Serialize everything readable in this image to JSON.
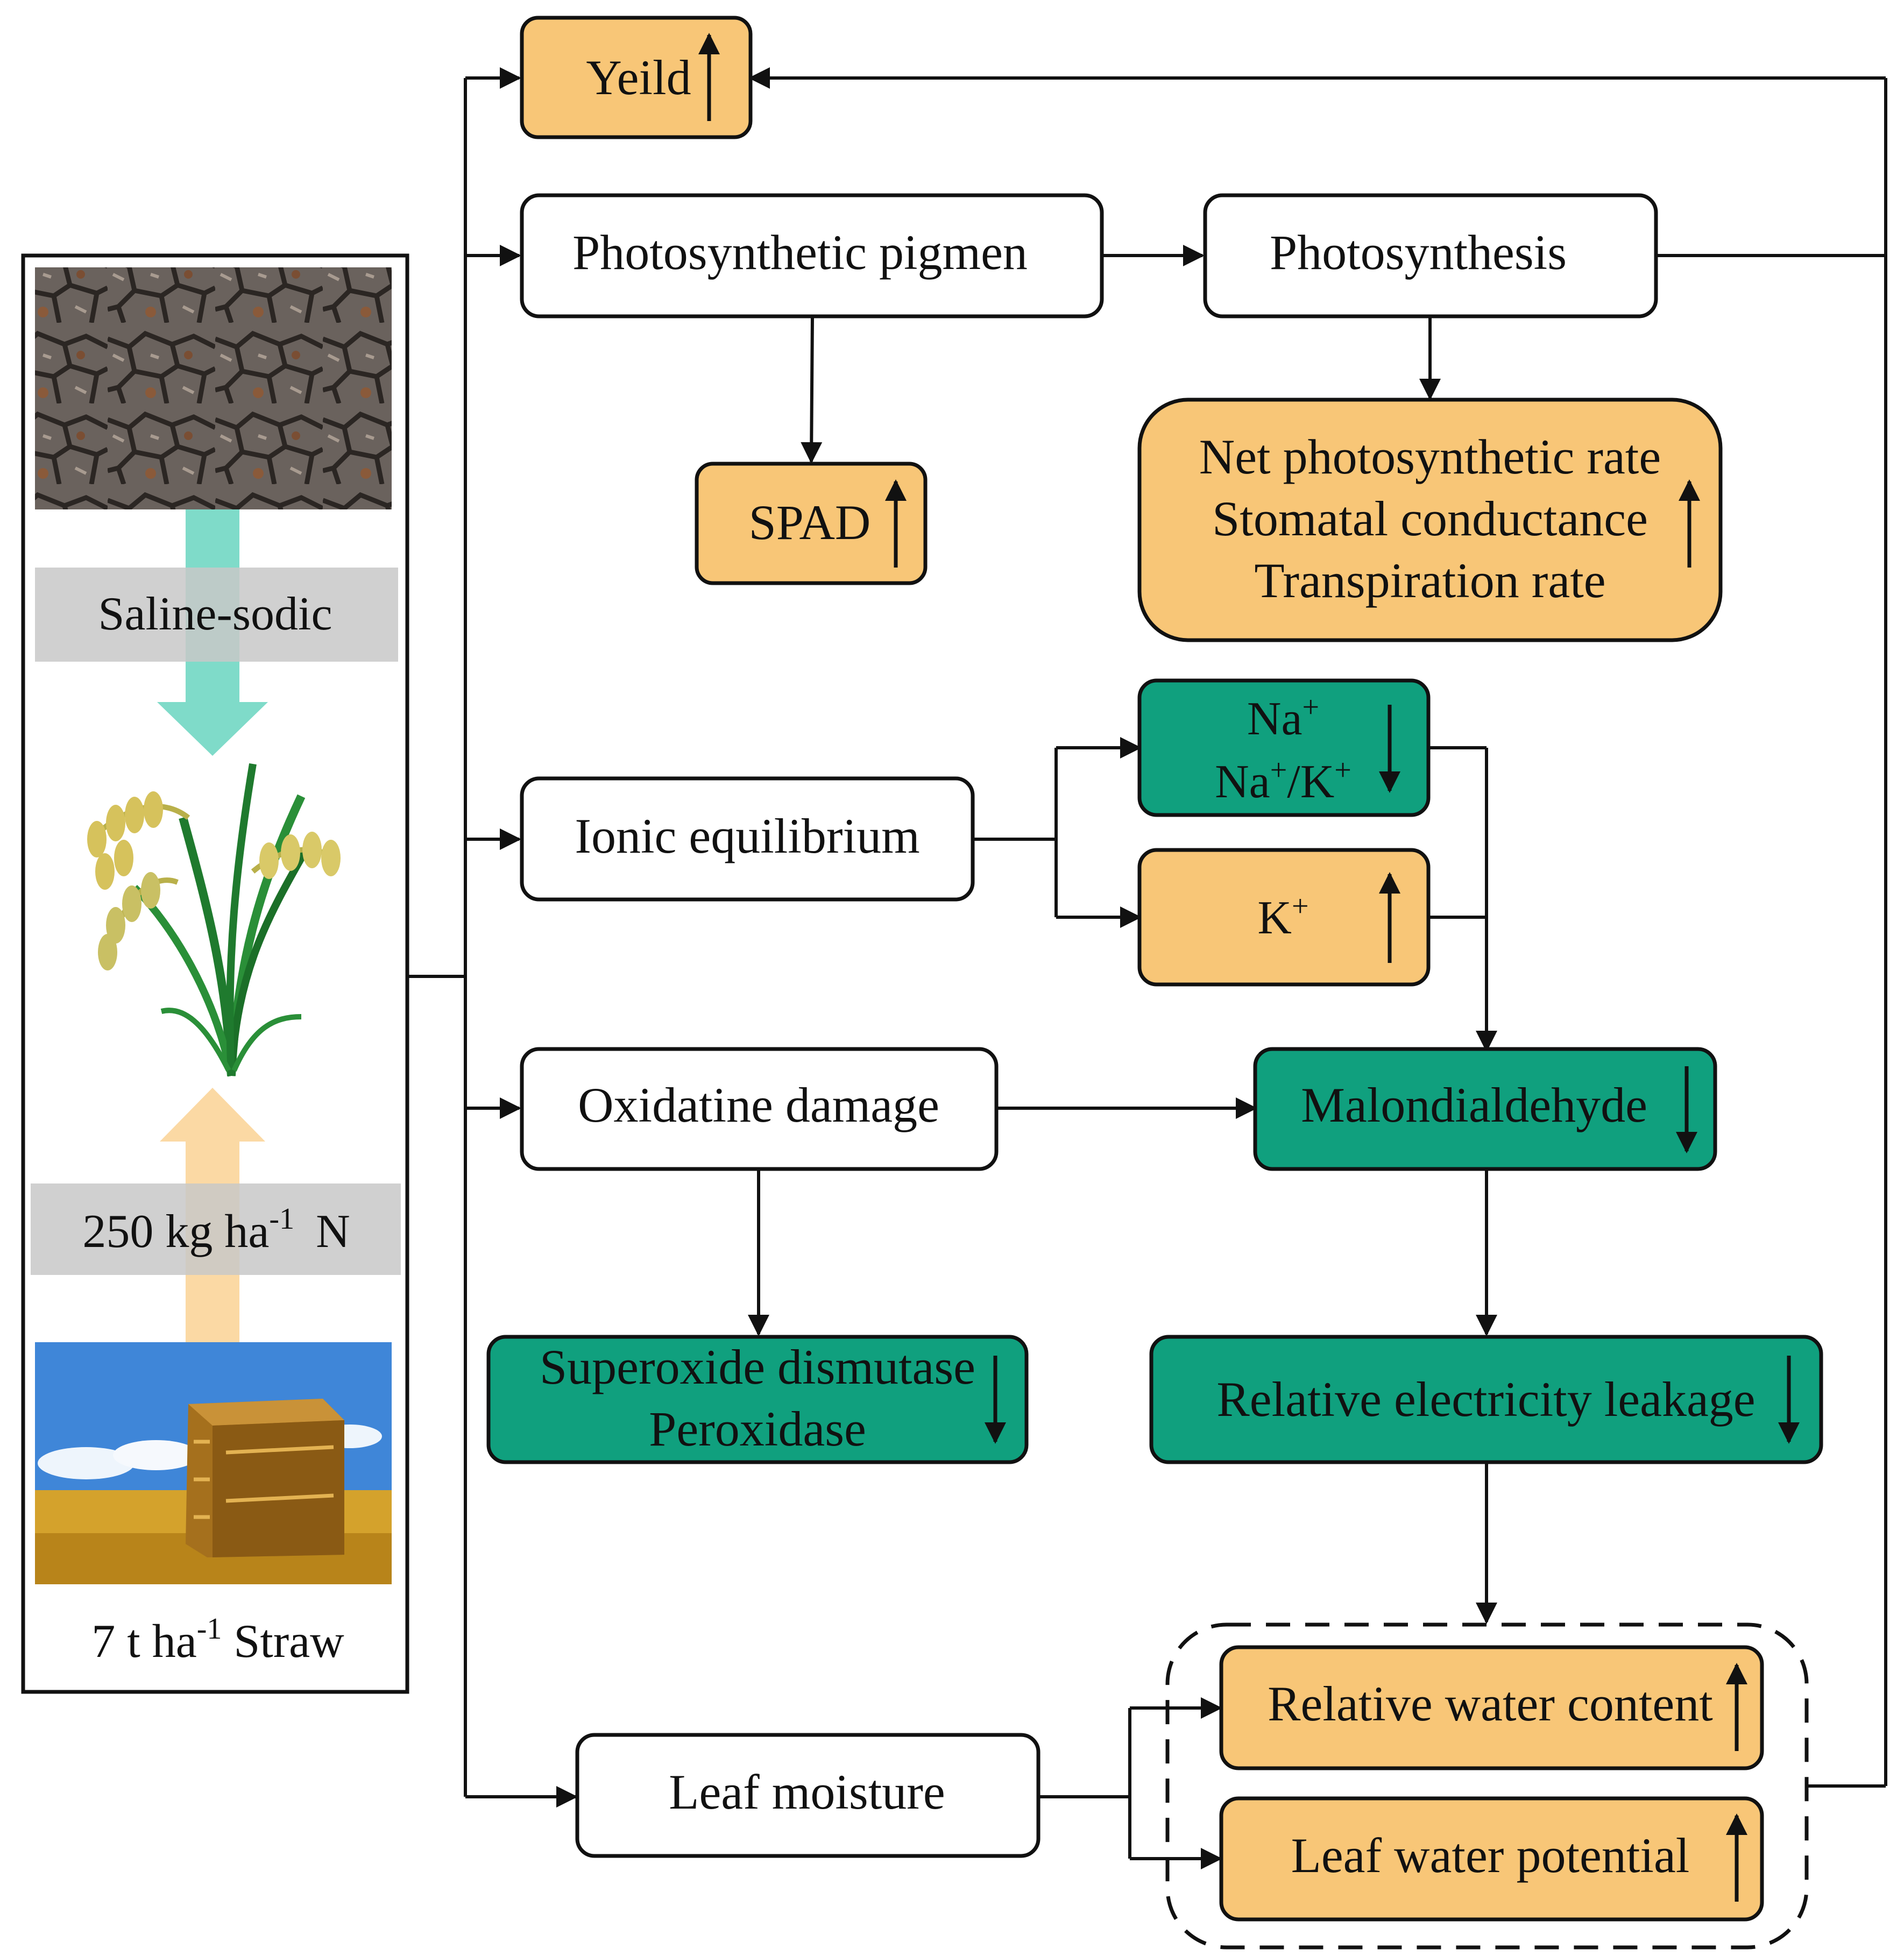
{
  "colors": {
    "orange": "#F8C677",
    "green": "#10A07E",
    "white": "#FFFFFF",
    "line": "#111111",
    "label_band": "#C8C8C8",
    "teal_arrow": "#7FDBC9",
    "peach_arrow": "#FBD9A4"
  },
  "left_panel": {
    "label_top": "Saline-sodic",
    "label_mid_a": "250 kg ha",
    "label_mid_sup": "-1",
    "label_mid_b": "N",
    "label_bottom_a": "7 t ha",
    "label_bottom_sup": "-1",
    "label_bottom_b": "Straw",
    "icons": [
      "cracked-soil-image",
      "rice-plant-image",
      "straw-bale-image"
    ]
  },
  "nodes": {
    "yield": "Yeild",
    "photosynthetic_pigment": "Photosynthetic pigmen",
    "photosynthesis": "Photosynthesis",
    "spad": "SPAD",
    "net_photo_1": "Net photosynthetic rate",
    "net_photo_2": "Stomatal conductance",
    "net_photo_3": "Transpiration rate",
    "ionic": "Ionic equilibrium",
    "na_1": "Na",
    "na_1_sup": "+",
    "na_2a": "Na",
    "na_2a_sup": "+",
    "na_2b": "/K",
    "na_2b_sup": "+",
    "k": "K",
    "k_sup": "+",
    "oxidative": "Oxidatine damage",
    "mda": "Malondialdehyde",
    "sod_1": "Superoxide dismutase",
    "sod_2": "Peroxidase",
    "rel": "Relative electricity leakage",
    "leaf_moisture": "Leaf moisture",
    "rwc": "Relative water content",
    "lwp": "Leaf water potential"
  },
  "trends": {
    "yield": "up",
    "spad": "up",
    "net_photo": "up",
    "na": "down",
    "k": "up",
    "mda": "down",
    "sod": "down",
    "rel": "down",
    "rwc": "up",
    "lwp": "up"
  }
}
